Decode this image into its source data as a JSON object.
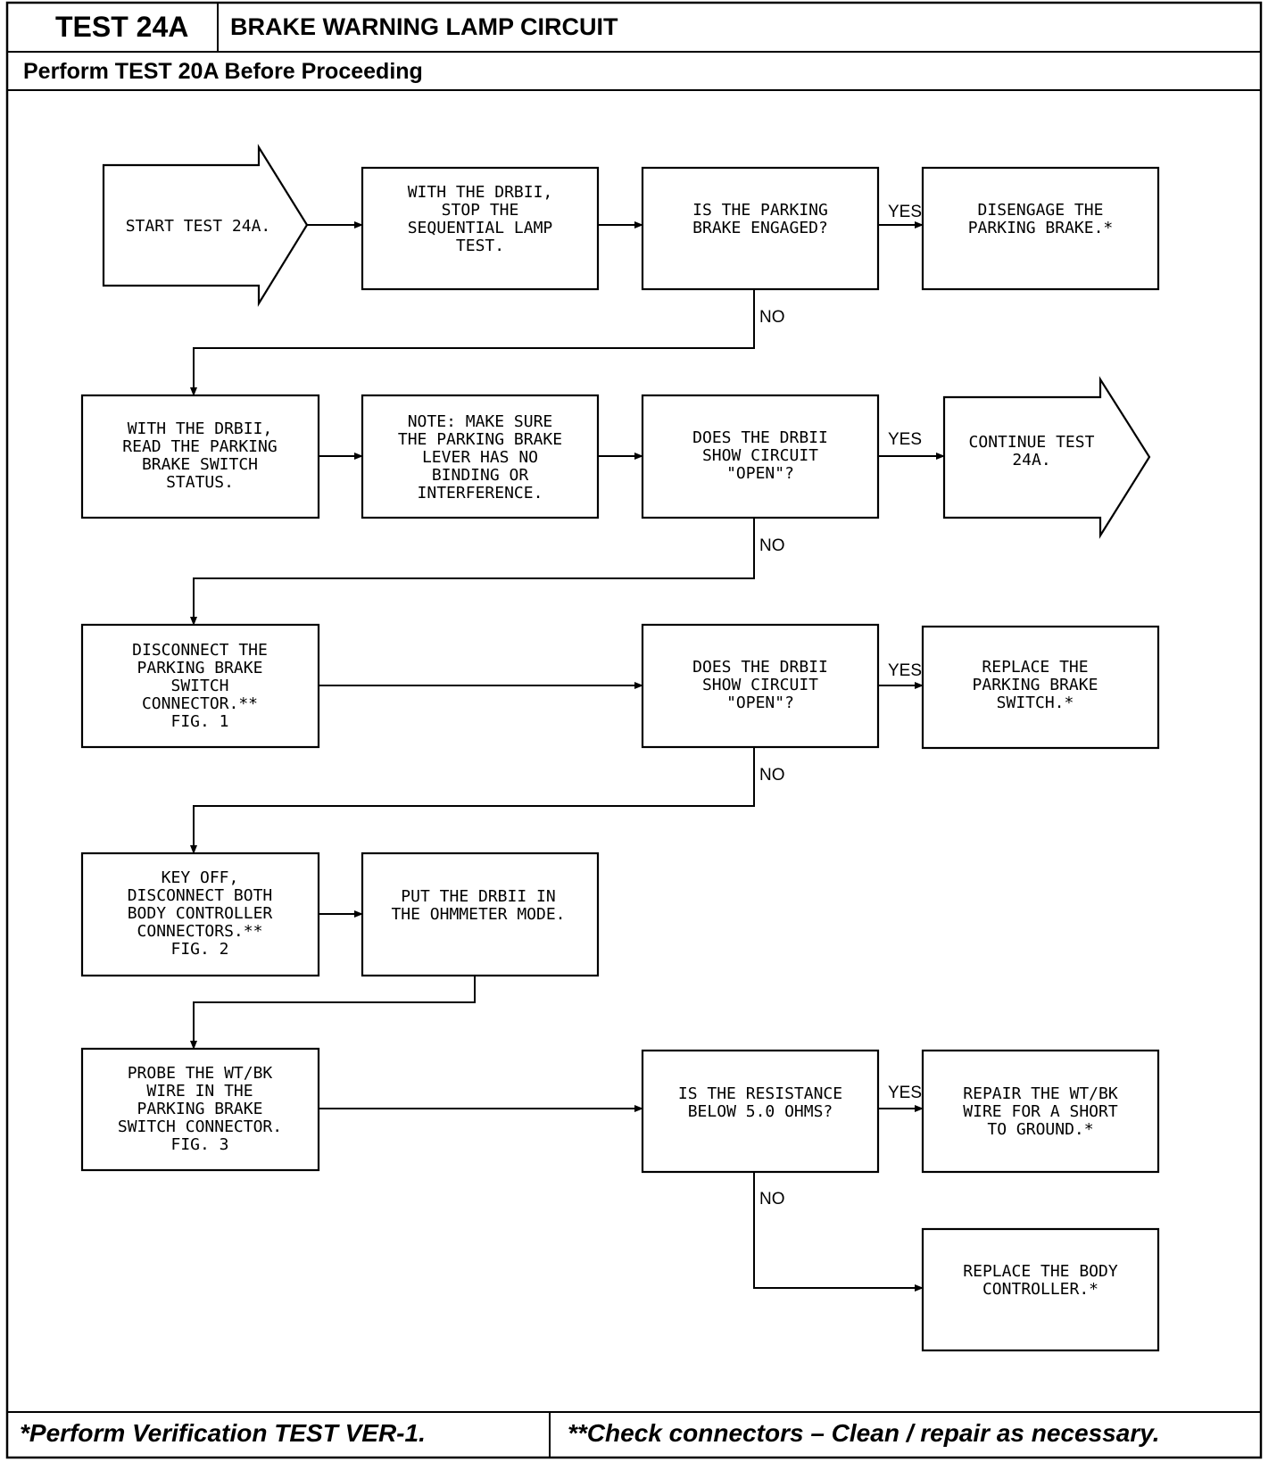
{
  "header": {
    "test_id": "TEST 24A",
    "title": "BRAKE WARNING LAMP CIRCUIT",
    "prerequisite": "Perform TEST 20A Before Proceeding"
  },
  "nodes": {
    "start": {
      "lines": [
        "START TEST 24A."
      ]
    },
    "stop_lamp_test": {
      "lines": [
        "WITH THE DRBII,",
        "STOP THE",
        "SEQUENTIAL LAMP",
        "TEST."
      ]
    },
    "q_brake_engaged": {
      "lines": [
        "IS THE PARKING",
        "BRAKE ENGAGED?"
      ]
    },
    "disengage": {
      "lines": [
        "DISENGAGE THE",
        "PARKING BRAKE.*"
      ]
    },
    "read_status": {
      "lines": [
        "WITH THE DRBII,",
        "READ THE PARKING",
        "BRAKE SWITCH",
        "STATUS."
      ]
    },
    "note": {
      "lines": [
        "NOTE: MAKE SURE",
        "THE PARKING BRAKE",
        "LEVER HAS NO",
        "BINDING OR",
        "INTERFERENCE."
      ]
    },
    "q_open_1": {
      "lines": [
        "DOES THE DRBII",
        "SHOW CIRCUIT",
        "\"OPEN\"?"
      ]
    },
    "continue": {
      "lines": [
        "CONTINUE TEST",
        "24A."
      ]
    },
    "disconnect_switch": {
      "lines": [
        "DISCONNECT THE",
        "PARKING BRAKE",
        "SWITCH",
        "CONNECTOR.**",
        "FIG. 1"
      ]
    },
    "q_open_2": {
      "lines": [
        "DOES THE DRBII",
        "SHOW CIRCUIT",
        "\"OPEN\"?"
      ]
    },
    "replace_switch": {
      "lines": [
        "REPLACE THE",
        "PARKING BRAKE",
        "SWITCH.*"
      ]
    },
    "key_off": {
      "lines": [
        "KEY OFF,",
        "DISCONNECT BOTH",
        "BODY CONTROLLER",
        "CONNECTORS.**",
        "FIG. 2"
      ]
    },
    "ohmmeter": {
      "lines": [
        "PUT THE DRBII IN",
        "THE OHMMETER MODE."
      ]
    },
    "probe": {
      "lines": [
        "PROBE THE WT/BK",
        "WIRE IN THE",
        "PARKING BRAKE",
        "SWITCH CONNECTOR.",
        "FIG. 3"
      ]
    },
    "q_resistance": {
      "lines": [
        "IS THE RESISTANCE",
        "BELOW 5.0 OHMS?"
      ]
    },
    "repair_wire": {
      "lines": [
        "REPAIR THE WT/BK",
        "WIRE FOR A SHORT",
        "TO GROUND.*"
      ]
    },
    "replace_controller": {
      "lines": [
        "REPLACE THE BODY",
        "CONTROLLER.*"
      ]
    }
  },
  "edge_labels": {
    "yes": "YES",
    "no": "NO"
  },
  "footer": {
    "left": "*Perform Verification TEST VER-1.",
    "right": "**Check connectors – Clean / repair as necessary."
  }
}
